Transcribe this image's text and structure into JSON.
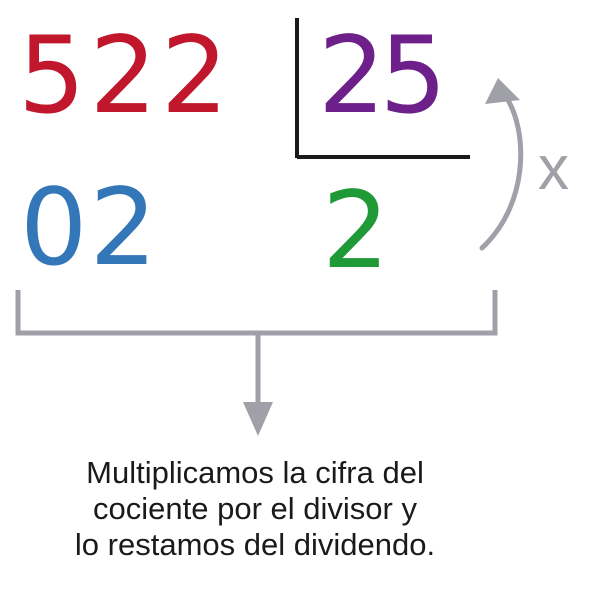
{
  "colors": {
    "dividend": "#c0172d",
    "divisor": "#6d1f8a",
    "remainder": "#3477b8",
    "quotient": "#1f9a36",
    "gray": "#a0a0a8",
    "black": "#1a1a1a"
  },
  "division": {
    "dividend": "522",
    "divisor": "25",
    "remainder": "02",
    "quotient": "2",
    "operator": "x"
  },
  "caption": {
    "line1": "Multiplicamos la cifra del",
    "line2": "cociente por el divisor y",
    "line3": "lo restamos del dividendo."
  }
}
